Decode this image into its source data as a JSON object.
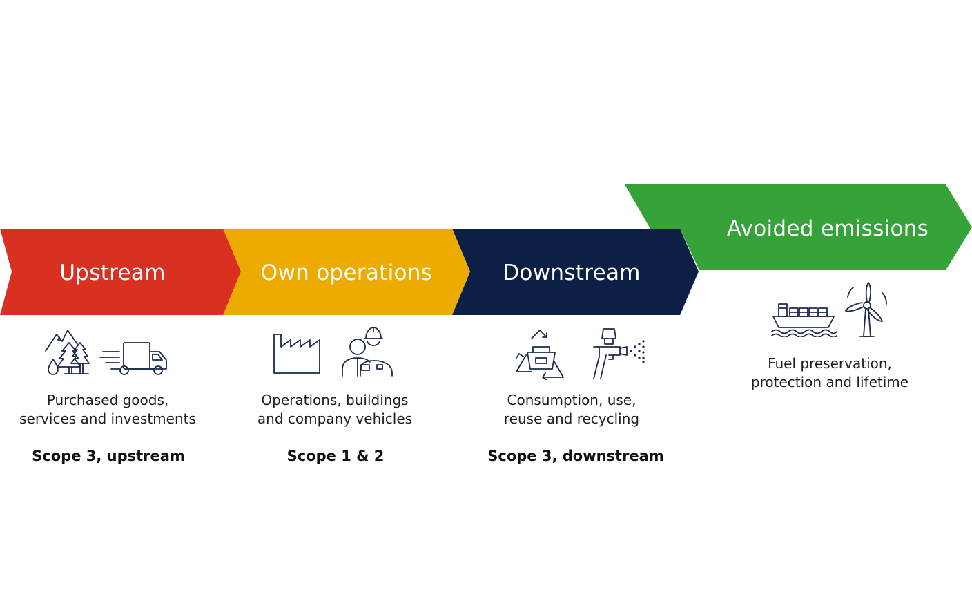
{
  "colors": {
    "upstream": "#d93021",
    "own_operations": "#edab00",
    "downstream": "#0c1f45",
    "avoided": "#35a23a",
    "icon_stroke": "#1d2a4d"
  },
  "stages": [
    {
      "title": "Upstream",
      "icons": [
        "forest-icon",
        "delivery-truck-icon"
      ],
      "description": [
        "Purchased goods,",
        "services and investments"
      ],
      "scope": "Scope 3, upstream"
    },
    {
      "title": "Own operations",
      "icons": [
        "factory-icon",
        "worker-icon"
      ],
      "description": [
        "Operations, buildings",
        "and company vehicles"
      ],
      "scope": "Scope 1 & 2"
    },
    {
      "title": "Downstream",
      "icons": [
        "recycling-icon",
        "spray-gun-icon"
      ],
      "description": [
        "Consumption, use,",
        "reuse and recycling"
      ],
      "scope": "Scope 3, downstream"
    },
    {
      "title": "Avoided emissions",
      "icons": [
        "cargo-ship-icon",
        "wind-turbine-icon"
      ],
      "description": [
        "Fuel preservation,",
        "protection and lifetime"
      ]
    }
  ]
}
